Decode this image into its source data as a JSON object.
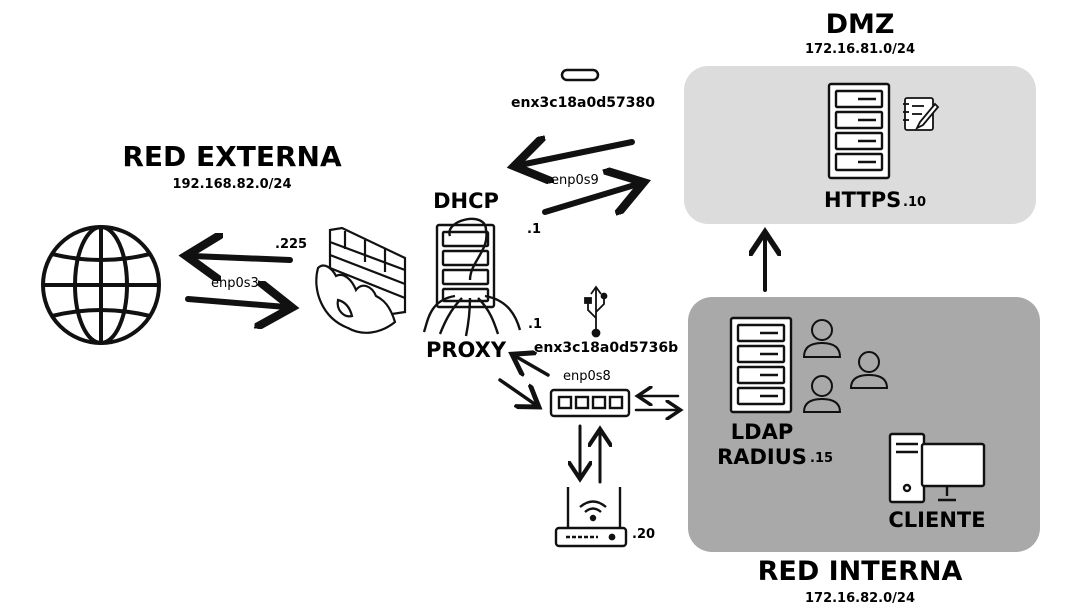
{
  "zones": {
    "dmz": {
      "title": "DMZ",
      "subnet": "172.16.81.0/24"
    },
    "external": {
      "title": "RED EXTERNA",
      "subnet": "192.168.82.0/24"
    },
    "internal": {
      "title": "RED INTERNA",
      "subnet": "172.16.82.0/24"
    }
  },
  "nodes": {
    "https": {
      "label": "HTTPS",
      "host": ".10"
    },
    "ldap": {
      "label_line1": "LDAP",
      "label_line2": "RADIUS",
      "host": ".15"
    },
    "client": {
      "label": "CLIENTE"
    },
    "dhcp": {
      "label": "DHCP"
    },
    "proxy": {
      "label": "PROXY"
    },
    "wifi": {
      "host": ".20"
    }
  },
  "interfaces": {
    "usb_c": "enx3c18a0d57380",
    "usb": "enx3c18a0d5736b",
    "enp0s9": "enp0s9",
    "enp0s9_host": ".1",
    "enp0s3": "enp0s3",
    "enp0s3_host": ".225",
    "enp0s8": "enp0s8",
    "enp0s8_host": ".1"
  },
  "colors": {
    "dmz_bg": "#dcdcdc",
    "internal_bg": "#a9a9a9",
    "ink": "#111111"
  }
}
